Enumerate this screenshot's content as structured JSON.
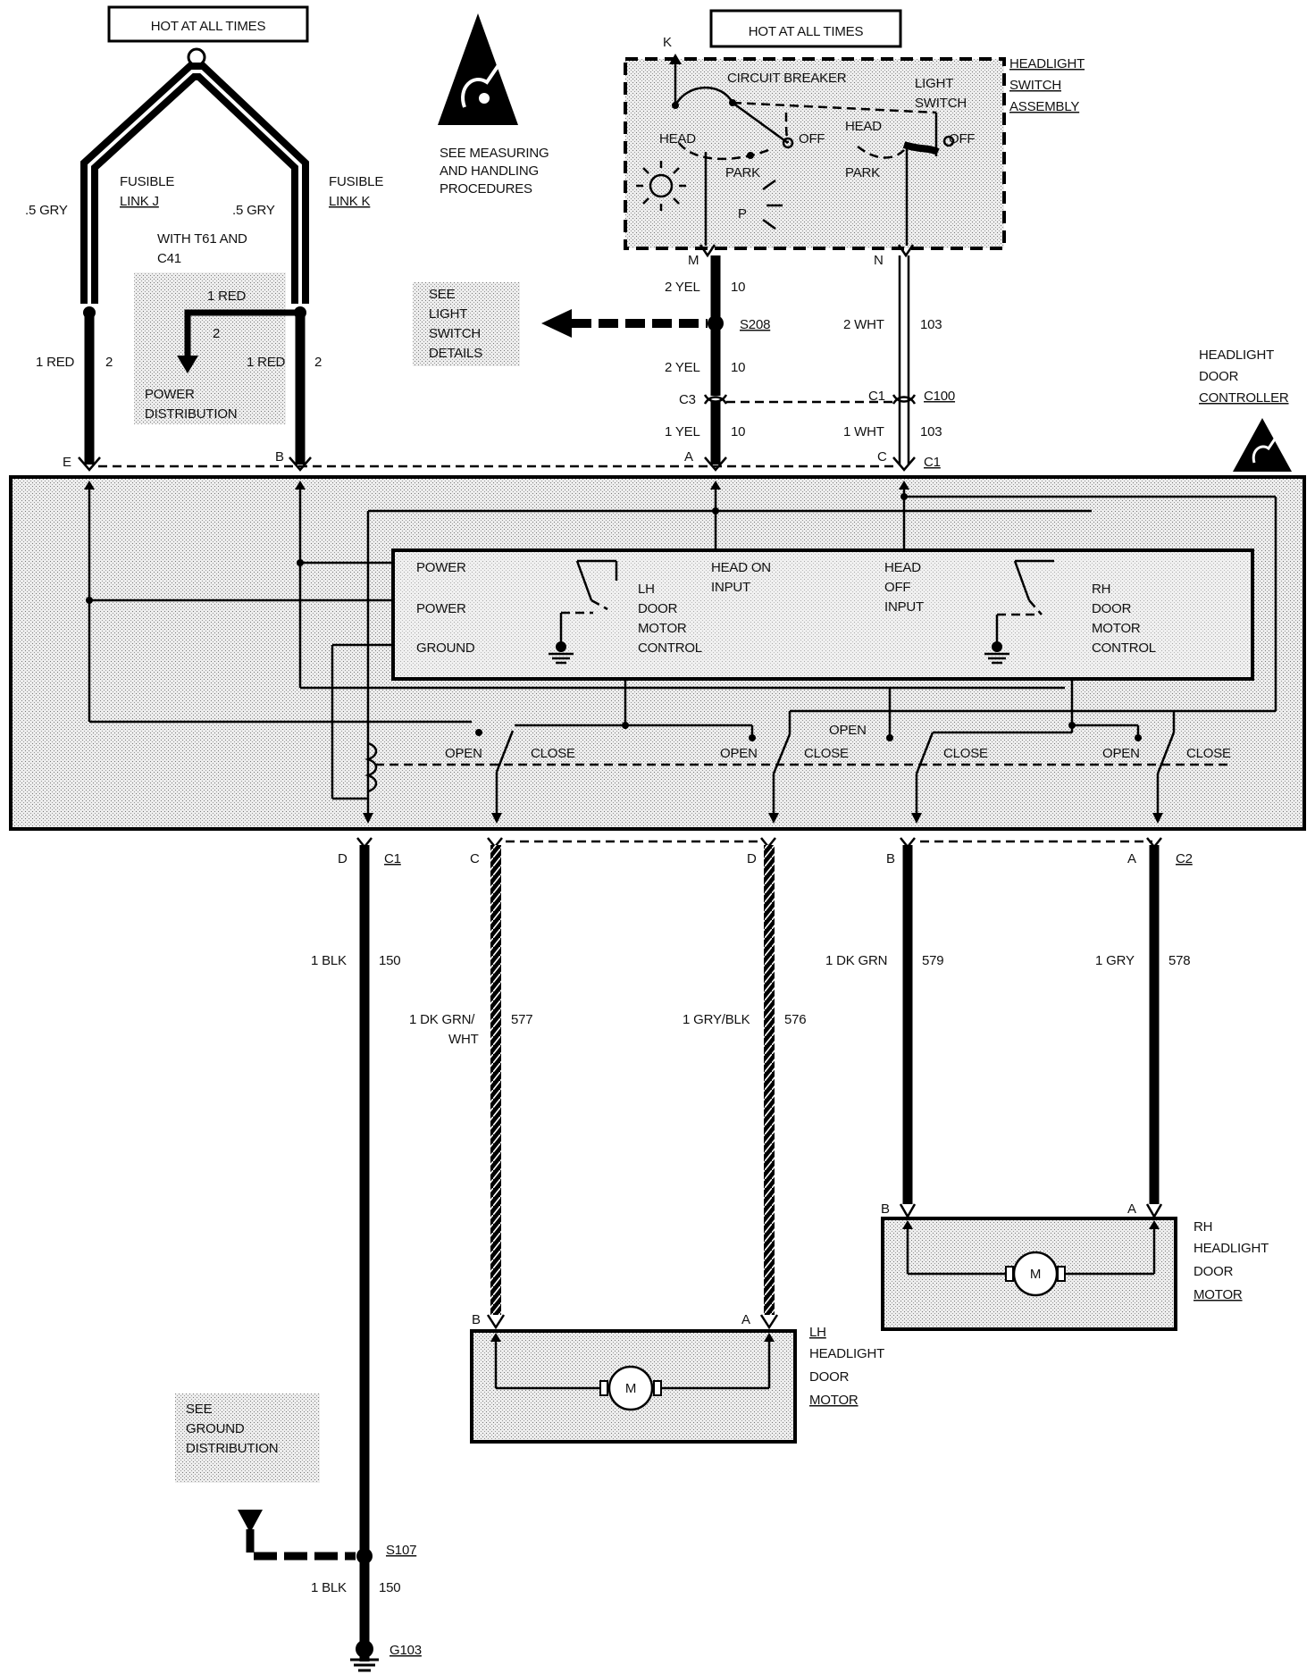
{
  "hot_labels": {
    "left": "HOT AT ALL TIMES",
    "right": "HOT AT ALL TIMES"
  },
  "esd": {
    "note_l1": "SEE MEASURING",
    "note_l2": "AND HANDLING",
    "note_l3": "PROCEDURES"
  },
  "fusible": {
    "link_j_l1": "FUSIBLE",
    "link_j_l2": "LINK J",
    "link_k_l1": "FUSIBLE",
    "link_k_l2": "LINK K",
    "gry_left": ".5 GRY",
    "gry_right": ".5 GRY",
    "with_l1": "WITH T61 AND",
    "with_l2": "C41",
    "red_1": "1 RED",
    "red_1_circ": "2",
    "red_left": "1 RED",
    "red_left_circ": "2",
    "red_right": "1 RED",
    "red_right_circ": "2",
    "power_l1": "POWER",
    "power_l2": "DISTRIBUTION"
  },
  "switch_assy": {
    "pin_k": "K",
    "circuit_breaker": "CIRCUIT BREAKER",
    "light_l1": "LIGHT",
    "light_l2": "SWITCH",
    "title_l1": "HEADLIGHT",
    "title_l2": "SWITCH",
    "title_l3": "ASSEMBLY",
    "head_left": "HEAD",
    "off_left": "OFF",
    "park_left": "PARK",
    "head_right": "HEAD",
    "off_right": "OFF",
    "park_right": "PARK",
    "p_symbol": "P",
    "pin_m": "M",
    "pin_n": "N"
  },
  "wires_top": {
    "yel_upper": "2 YEL",
    "yel_upper_circ": "10",
    "s208": "S208",
    "see_l1": "SEE",
    "see_l2": "LIGHT",
    "see_l3": "SWITCH",
    "see_l4": "DETAILS",
    "wht_upper": "2 WHT",
    "wht_upper_circ": "103",
    "yel_mid": "2 YEL",
    "yel_mid_circ": "10",
    "c3": "C3",
    "c1_top": "C1",
    "c100": "C100",
    "yel_low": "1 YEL",
    "yel_low_circ": "10",
    "wht_low": "1 WHT",
    "wht_low_circ": "103"
  },
  "controller": {
    "title_l1": "HEADLIGHT",
    "title_l2": "DOOR",
    "title_l3": "CONTROLLER",
    "pin_e": "E",
    "pin_b": "B",
    "pin_a": "A",
    "pin_c": "C",
    "conn_c1": "C1",
    "power1": "POWER",
    "power2": "POWER",
    "ground": "GROUND",
    "lh_l1": "LH",
    "lh_l2": "DOOR",
    "lh_l3": "MOTOR",
    "lh_l4": "CONTROL",
    "head_on_l1": "HEAD ON",
    "head_on_l2": "INPUT",
    "head_off_l1": "HEAD",
    "head_off_l2": "OFF",
    "head_off_l3": "INPUT",
    "rh_l1": "RH",
    "rh_l2": "DOOR",
    "rh_l3": "MOTOR",
    "rh_l4": "CONTROL",
    "open1": "OPEN",
    "close1": "CLOSE",
    "open2": "OPEN",
    "close2": "CLOSE",
    "open3": "OPEN",
    "close3": "CLOSE",
    "open4": "OPEN",
    "close4": "CLOSE"
  },
  "bottom": {
    "pin_d1": "D",
    "c1_bot": "C1",
    "pin_c": "C",
    "pin_d2": "D",
    "pin_b": "B",
    "pin_a": "A",
    "c2": "C2",
    "blk": "1 BLK",
    "blk_circ": "150",
    "dkgrn_wht_l1": "1 DK GRN/",
    "dkgrn_wht_l2": "WHT",
    "dkgrn_wht_circ": "577",
    "gry_blk": "1 GRY/BLK",
    "gry_blk_circ": "576",
    "dkgrn": "1 DK GRN",
    "dkgrn_circ": "579",
    "gry": "1 GRY",
    "gry_circ": "578",
    "rh_pin_b": "B",
    "rh_pin_a": "A",
    "rh_l1": "RH",
    "rh_l2": "HEADLIGHT",
    "rh_l3": "DOOR",
    "rh_l4": "MOTOR",
    "motor_m": "M",
    "lh_pin_b": "B",
    "lh_pin_a": "A",
    "lh_l1": "LH",
    "lh_l2": "HEADLIGHT",
    "lh_l3": "DOOR",
    "lh_l4": "MOTOR",
    "motor_m2": "M",
    "see_ground_l1": "SEE",
    "see_ground_l2": "GROUND",
    "see_ground_l3": "DISTRIBUTION",
    "s107": "S107",
    "blk2": "1 BLK",
    "blk2_circ": "150",
    "g103": "G103"
  }
}
